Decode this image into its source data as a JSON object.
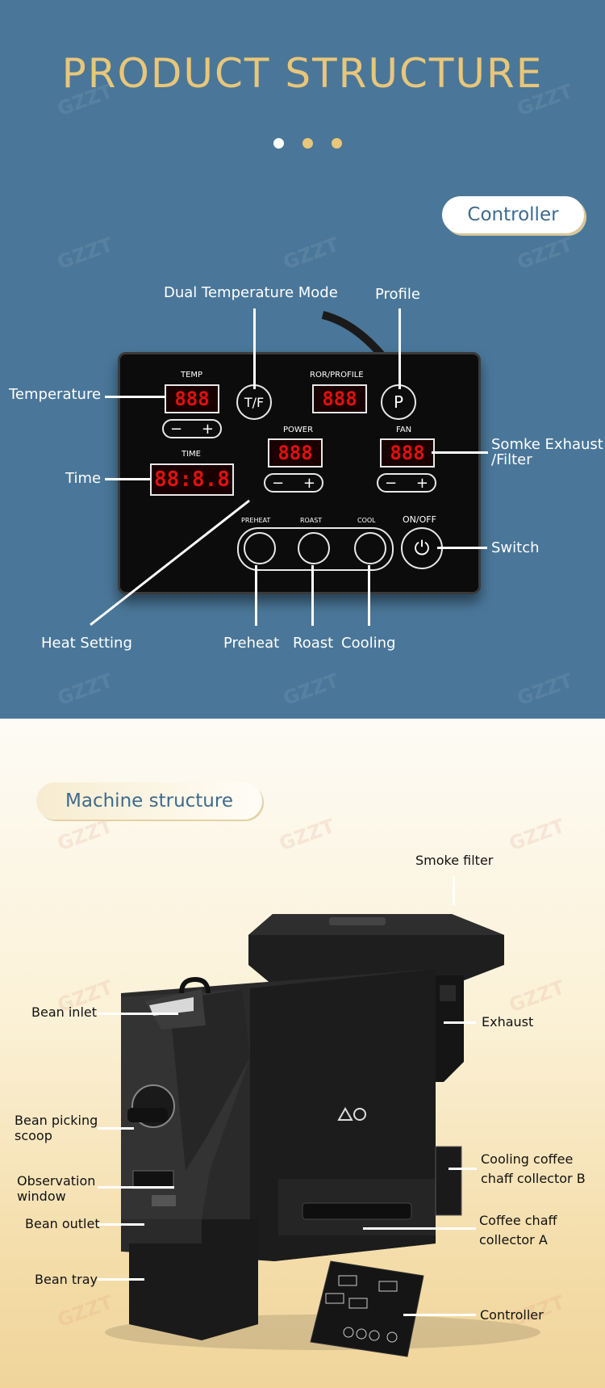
{
  "header": {
    "title": "PRODUCT STRUCTURE",
    "dots": [
      "#ffffff",
      "#e8c67a",
      "#e8c67a"
    ],
    "background": "#4a7799",
    "accent": "#e8c67a"
  },
  "controller_section": {
    "pill_label": "Controller",
    "callouts": {
      "dual_temp": "Dual Temperature Mode",
      "profile": "Profile",
      "temperature": "Temperature",
      "time": "Time",
      "smoke_line1": "Somke Exhaust",
      "smoke_line2": "/Filter",
      "switch": "Switch",
      "heat_setting": "Heat Setting",
      "preheat": "Preheat",
      "roast": "Roast",
      "cooling": "Cooling"
    },
    "panel": {
      "temp_label": "TEMP",
      "temp_display": "888",
      "ror_label": "ROR/PROFILE",
      "ror_display": "888",
      "power_label": "POWER",
      "power_display": "888",
      "fan_label": "FAN",
      "fan_display": "888",
      "time_label": "TIME",
      "time_display": "88:8.8",
      "tf_button": "T/F",
      "p_button": "P",
      "minus": "−",
      "plus": "+",
      "preheat_label": "PREHEAT",
      "roast_label": "ROAST",
      "cool_label": "COOL",
      "onoff_label": "ON/OFF",
      "power_icon": "power-icon"
    }
  },
  "machine_section": {
    "pill_label": "Machine structure",
    "callouts": {
      "smoke_filter": "Smoke filter",
      "bean_inlet": "Bean inlet",
      "exhaust": "Exhaust",
      "bean_picking_line1": "Bean picking",
      "bean_picking_line2": "scoop",
      "observation_line1": "Observation",
      "observation_line2": "window",
      "bean_outlet": "Bean outlet",
      "cooling_line1": "Cooling coffee",
      "cooling_line2": "chaff collector B",
      "chaff_a_line1": "Coffee chaff",
      "chaff_a_line2": "collector A",
      "bean_tray": "Bean tray",
      "controller": "Controller"
    }
  }
}
